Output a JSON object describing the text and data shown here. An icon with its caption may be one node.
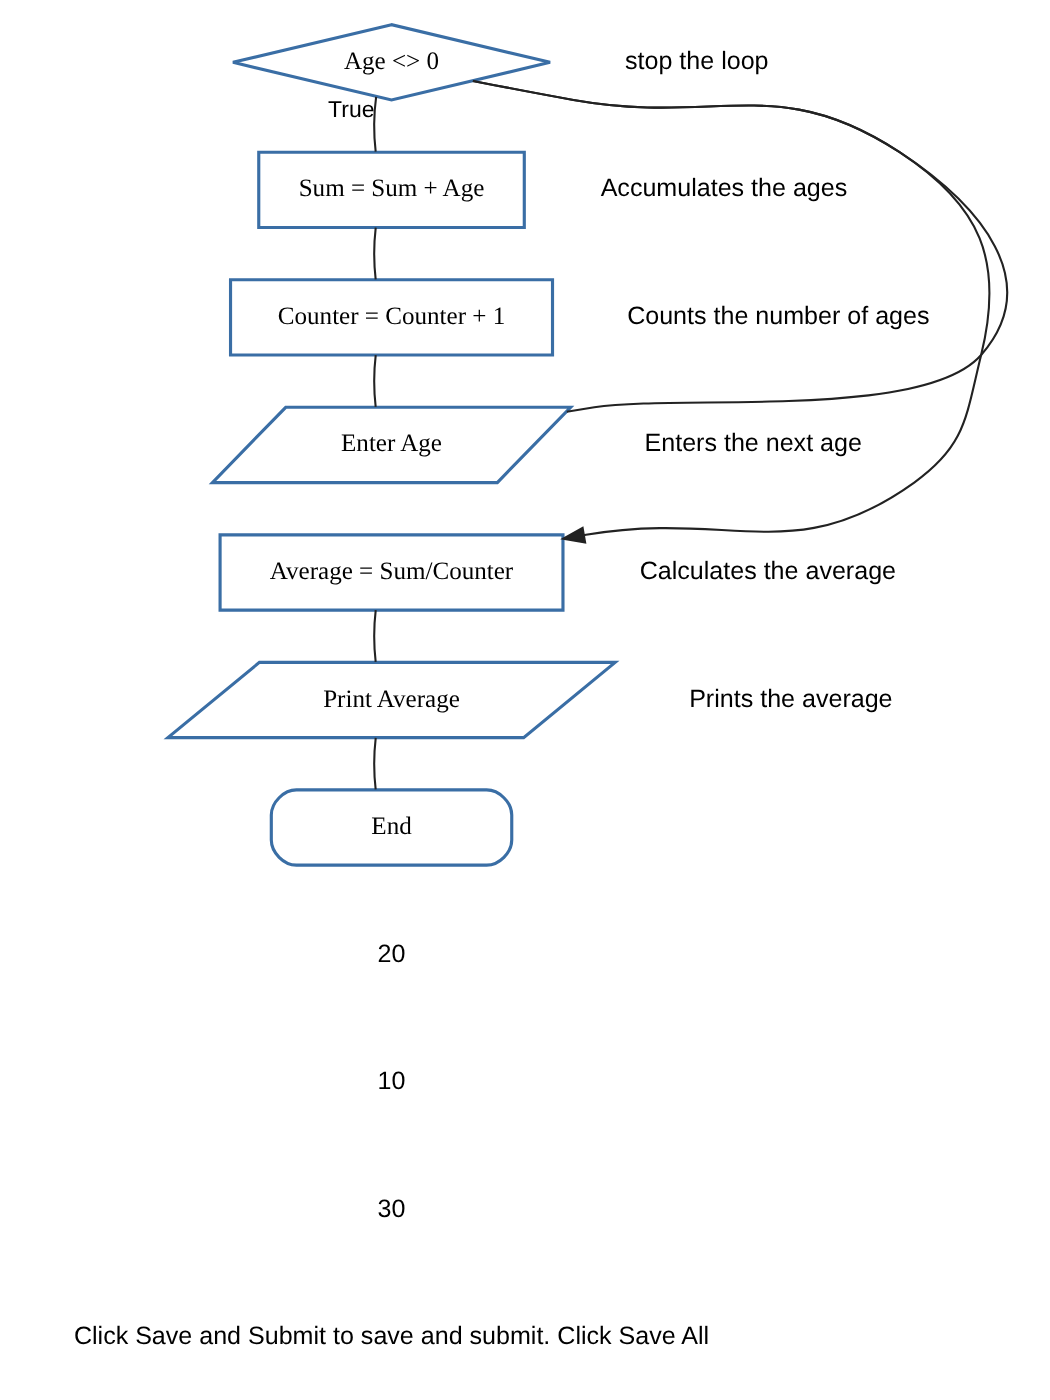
{
  "diagram": {
    "nodes": [
      {
        "text": [
          "Age <> 0"
        ],
        "beside": [
          "stop the loop"
        ]
      },
      {
        "text": [
          "Sum = Sum + Age"
        ],
        "beside": [
          "Accumulates the ages"
        ]
      },
      {
        "text": [
          "Counter = Counter + 1"
        ],
        "beside": [
          "Counts the number of ages"
        ]
      },
      {
        "text": [
          "Enter Age"
        ],
        "beside": [
          "Enters the next age"
        ]
      },
      {
        "text": [
          "Average = Sum/Counter"
        ],
        "beside": [
          "Calculates the average"
        ]
      },
      {
        "text": [
          "Print Average"
        ],
        "beside": [
          "Prints the average"
        ]
      },
      {
        "text": [
          "End"
        ]
      }
    ],
    "edges": [
      {
        "from": 0,
        "to": 1,
        "arrow": "none",
        "label": "True"
      },
      {
        "from": 1,
        "to": 2,
        "arrow": "none"
      },
      {
        "from": 2,
        "to": 3,
        "arrow": "none"
      },
      {
        "from": 3,
        "to": 0,
        "arrow": "none"
      },
      {
        "from": 0,
        "to": 4,
        "arrow": "to"
      },
      {
        "from": 4,
        "to": 5,
        "arrow": "none"
      },
      {
        "from": 5,
        "to": 6,
        "arrow": "none"
      }
    ],
    "labels": [
      "20",
      "10",
      "30",
      "Click Save and Submit to save and submit. Click Save All"
    ]
  }
}
